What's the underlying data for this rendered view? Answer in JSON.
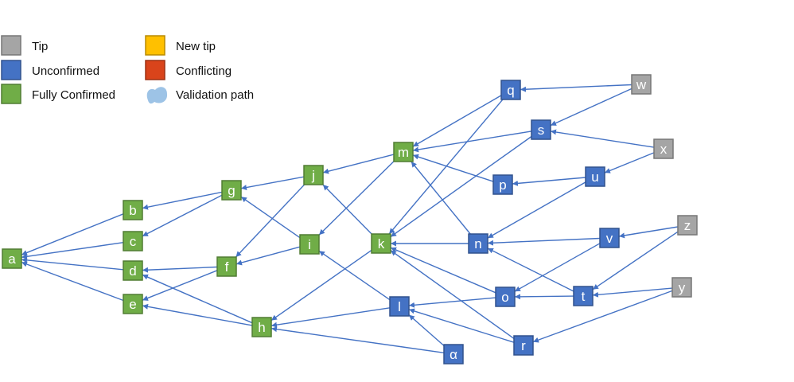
{
  "legend": {
    "items": [
      {
        "key": "tip",
        "label": "Tip",
        "color": "#a5a5a5",
        "shape": "square"
      },
      {
        "key": "unconfirmed",
        "label": "Unconfirmed",
        "color": "#4472c4",
        "shape": "square"
      },
      {
        "key": "confirmed",
        "label": "Fully Confirmed",
        "color": "#70ad47",
        "shape": "square"
      },
      {
        "key": "new_tip",
        "label": "New tip",
        "color": "#ffc000",
        "shape": "square"
      },
      {
        "key": "conflicting",
        "label": "Conflicting",
        "color": "#d9441b",
        "shape": "square"
      },
      {
        "key": "validation_path",
        "label": "Validation path",
        "color": "#9dc3e6",
        "shape": "blob"
      }
    ]
  },
  "diagram": {
    "edge_color": "#4472c4",
    "nodes": [
      {
        "id": "a",
        "label": "a",
        "status": "confirmed"
      },
      {
        "id": "b",
        "label": "b",
        "status": "confirmed"
      },
      {
        "id": "c",
        "label": "c",
        "status": "confirmed"
      },
      {
        "id": "d",
        "label": "d",
        "status": "confirmed"
      },
      {
        "id": "e",
        "label": "e",
        "status": "confirmed"
      },
      {
        "id": "f",
        "label": "f",
        "status": "confirmed"
      },
      {
        "id": "g",
        "label": "g",
        "status": "confirmed"
      },
      {
        "id": "h",
        "label": "h",
        "status": "confirmed"
      },
      {
        "id": "i",
        "label": "i",
        "status": "confirmed"
      },
      {
        "id": "j",
        "label": "j",
        "status": "confirmed"
      },
      {
        "id": "k",
        "label": "k",
        "status": "confirmed"
      },
      {
        "id": "m",
        "label": "m",
        "status": "confirmed"
      },
      {
        "id": "l",
        "label": "l",
        "status": "unconfirmed"
      },
      {
        "id": "alpha",
        "label": "α",
        "status": "unconfirmed"
      },
      {
        "id": "n",
        "label": "n",
        "status": "unconfirmed"
      },
      {
        "id": "o",
        "label": "o",
        "status": "unconfirmed"
      },
      {
        "id": "p",
        "label": "p",
        "status": "unconfirmed"
      },
      {
        "id": "q",
        "label": "q",
        "status": "unconfirmed"
      },
      {
        "id": "r",
        "label": "r",
        "status": "unconfirmed"
      },
      {
        "id": "s",
        "label": "s",
        "status": "unconfirmed"
      },
      {
        "id": "t",
        "label": "t",
        "status": "unconfirmed"
      },
      {
        "id": "u",
        "label": "u",
        "status": "unconfirmed"
      },
      {
        "id": "v",
        "label": "v",
        "status": "unconfirmed"
      },
      {
        "id": "w",
        "label": "w",
        "status": "tip"
      },
      {
        "id": "x",
        "label": "x",
        "status": "tip"
      },
      {
        "id": "y",
        "label": "y",
        "status": "tip"
      },
      {
        "id": "z",
        "label": "z",
        "status": "tip"
      }
    ],
    "edges": [
      {
        "from": "b",
        "to": "a"
      },
      {
        "from": "c",
        "to": "a"
      },
      {
        "from": "d",
        "to": "a"
      },
      {
        "from": "e",
        "to": "a"
      },
      {
        "from": "g",
        "to": "b"
      },
      {
        "from": "g",
        "to": "c"
      },
      {
        "from": "f",
        "to": "d"
      },
      {
        "from": "f",
        "to": "e"
      },
      {
        "from": "h",
        "to": "d"
      },
      {
        "from": "h",
        "to": "e"
      },
      {
        "from": "j",
        "to": "g"
      },
      {
        "from": "i",
        "to": "g"
      },
      {
        "from": "j",
        "to": "f"
      },
      {
        "from": "i",
        "to": "f"
      },
      {
        "from": "m",
        "to": "j"
      },
      {
        "from": "m",
        "to": "i"
      },
      {
        "from": "k",
        "to": "j"
      },
      {
        "from": "k",
        "to": "h"
      },
      {
        "from": "l",
        "to": "i"
      },
      {
        "from": "l",
        "to": "h"
      },
      {
        "from": "alpha",
        "to": "h"
      },
      {
        "from": "alpha",
        "to": "l"
      },
      {
        "from": "q",
        "to": "m"
      },
      {
        "from": "s",
        "to": "m"
      },
      {
        "from": "p",
        "to": "m"
      },
      {
        "from": "n",
        "to": "m"
      },
      {
        "from": "q",
        "to": "k"
      },
      {
        "from": "s",
        "to": "k"
      },
      {
        "from": "n",
        "to": "k"
      },
      {
        "from": "o",
        "to": "k"
      },
      {
        "from": "r",
        "to": "k"
      },
      {
        "from": "u",
        "to": "p"
      },
      {
        "from": "u",
        "to": "n"
      },
      {
        "from": "v",
        "to": "n"
      },
      {
        "from": "t",
        "to": "n"
      },
      {
        "from": "v",
        "to": "o"
      },
      {
        "from": "t",
        "to": "o"
      },
      {
        "from": "o",
        "to": "l"
      },
      {
        "from": "r",
        "to": "l"
      },
      {
        "from": "w",
        "to": "q"
      },
      {
        "from": "w",
        "to": "s"
      },
      {
        "from": "x",
        "to": "s"
      },
      {
        "from": "x",
        "to": "u"
      },
      {
        "from": "z",
        "to": "v"
      },
      {
        "from": "z",
        "to": "t"
      },
      {
        "from": "y",
        "to": "t"
      },
      {
        "from": "y",
        "to": "r"
      }
    ]
  }
}
